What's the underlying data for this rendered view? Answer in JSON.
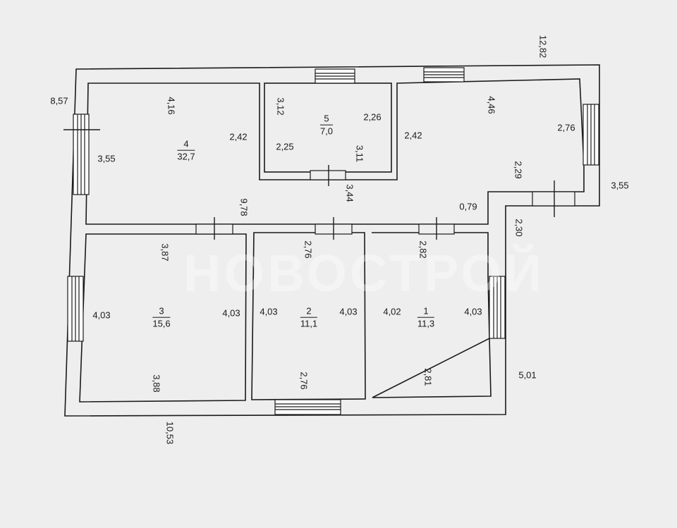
{
  "watermark": "НОВОСТРОЙ",
  "rooms": [
    {
      "number": "1",
      "area": "11,3"
    },
    {
      "number": "2",
      "area": "11,1"
    },
    {
      "number": "3",
      "area": "15,6"
    },
    {
      "number": "4",
      "area": "32,7"
    },
    {
      "number": "5",
      "area": "7,0"
    }
  ],
  "dimensions": {
    "overall_top": "12,82",
    "overall_left": "8,57",
    "overall_bottom": "10,53",
    "right_lower": "5,01",
    "right_step": "3,55",
    "room4_top": "4,16",
    "room4_left": "3,55",
    "room4_right": "2,42",
    "room4_bottom": "9,78",
    "room5_left_top": "3,12",
    "room5_right": "2,26",
    "room5_left": "2,25",
    "room5_bottom": "3,11",
    "corridor_left": "2,42",
    "corridor_top": "4,46",
    "corridor_window": "2,76",
    "corridor_mid": "3,44",
    "corridor_right": "2,29",
    "corridor_step": "0,79",
    "corridor_step_down": "2,30",
    "room3_top": "3,87",
    "room3_left": "4,03",
    "room3_right": "4,03",
    "room3_bottom": "3,88",
    "room2_top": "2,76",
    "room2_left": "4,03",
    "room2_right": "4,03",
    "room2_bottom": "2,76",
    "room1_top": "2,82",
    "room1_left": "4,02",
    "room1_right": "4,03",
    "room1_bottom": "2,81"
  }
}
